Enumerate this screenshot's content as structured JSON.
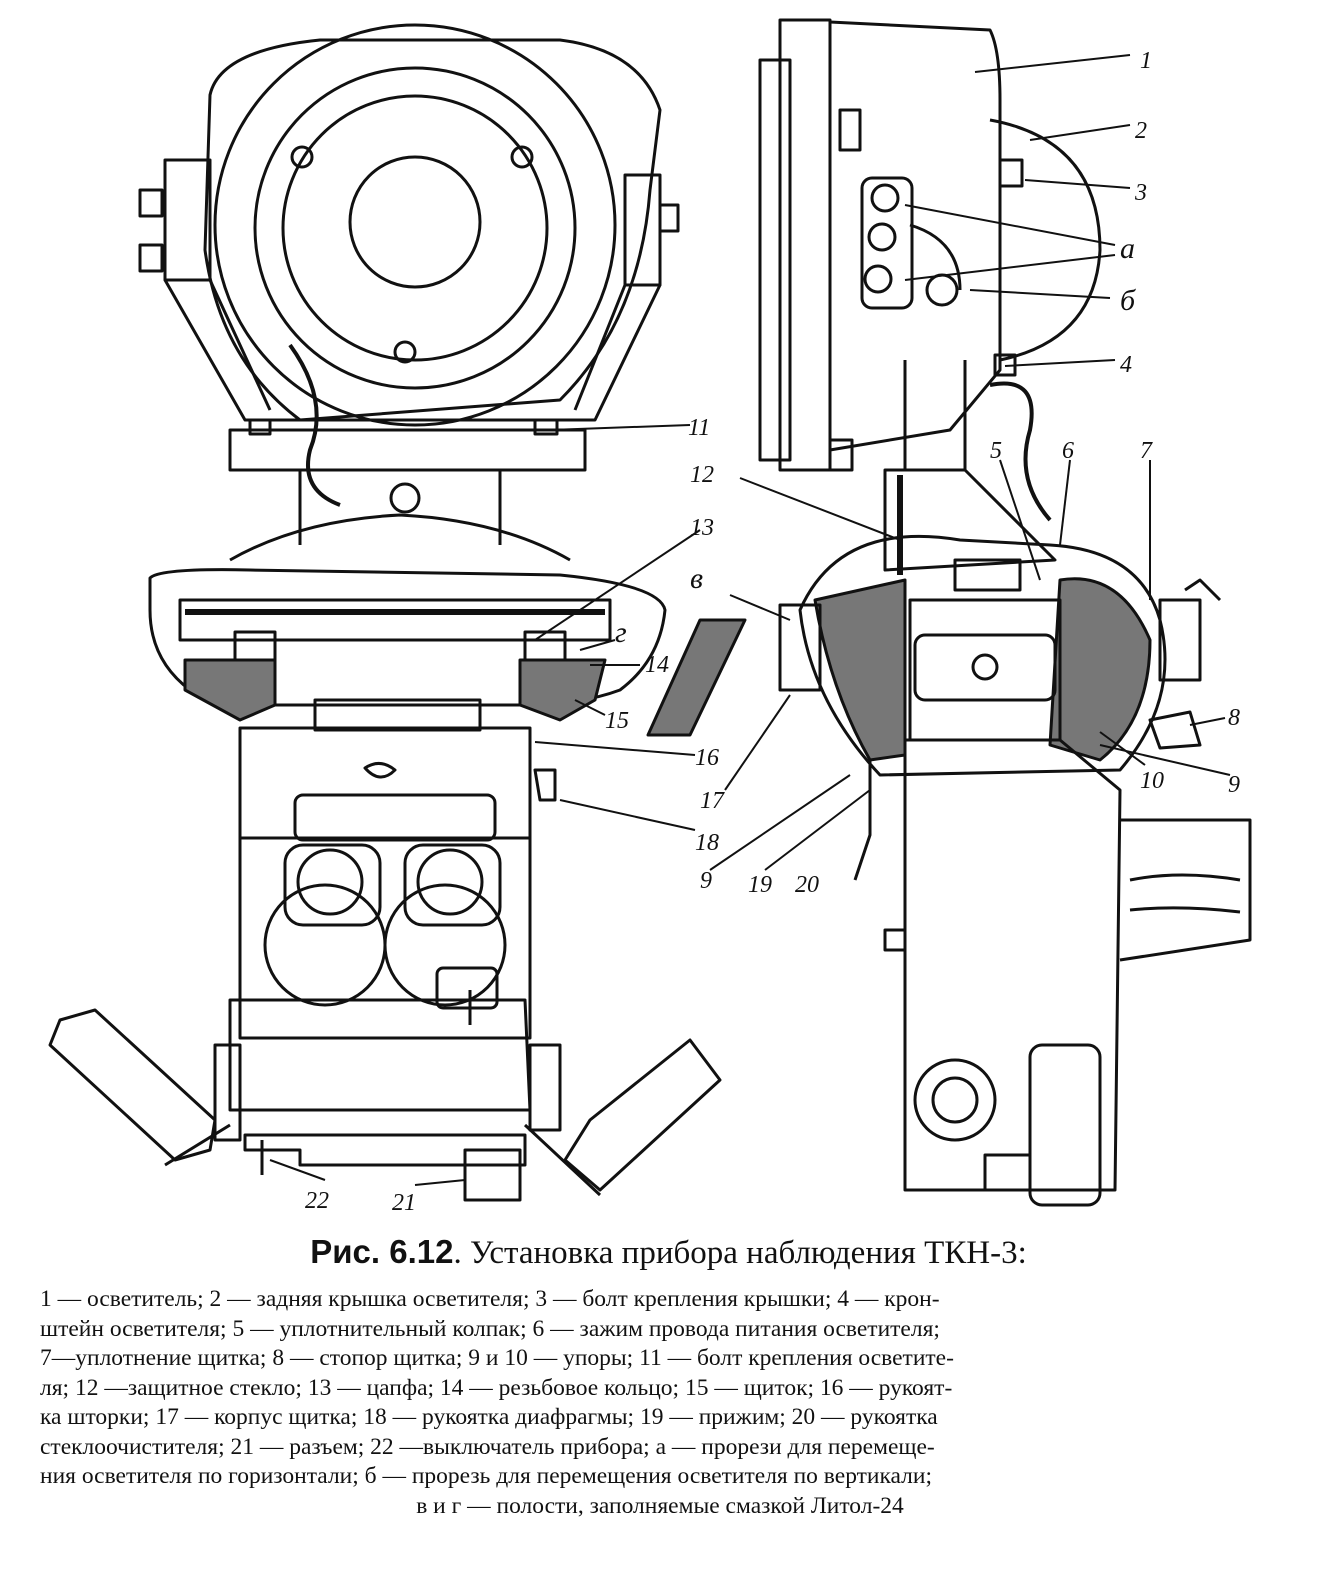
{
  "figure": {
    "callouts": {
      "c1": "1",
      "c2": "2",
      "c3": "3",
      "ca": "а",
      "cb": "б",
      "c4": "4",
      "c5": "5",
      "c6": "6",
      "c7": "7",
      "c8": "8",
      "c9r": "9",
      "c10": "10",
      "c11": "11",
      "c12": "12",
      "c13": "13",
      "cv": "в",
      "cg": "г",
      "c14": "14",
      "c15": "15",
      "c16": "16",
      "c17": "17",
      "c18": "18",
      "c9l": "9",
      "c19": "19",
      "c20": "20",
      "c21": "21",
      "c22": "22"
    }
  },
  "caption": {
    "number": "Рис. 6.12",
    "title": ". Установка прибора наблюдения ТКН-3:"
  },
  "legend": {
    "lines": [
      "1 — осветитель; 2 — задняя крышка осветителя; 3 — болт крепления крышки; 4 — крон-",
      "штейн осветителя; 5 — уплотнительный колпак; 6 — зажим провода питания осветителя;",
      "7—уплотнение щитка; 8 — стопор щитка; 9 и 10 — упоры; 11 — болт крепления осветите-",
      "ля; 12 —защитное стекло; 13 — цапфа; 14 — резьбовое кольцо; 15 — щиток; 16 — рукоят-",
      "ка шторки; 17 — корпус щитка; 18 — рукоятка диафрагмы; 19 — прижим; 20 — рукоятка",
      "стеклоочистителя; 21 — разъем; 22 —выключатель прибора; а — прорези для перемеще-",
      "ния осветителя по горизонтали; б — прорезь для перемещения осветителя по вертикали;",
      "в и г — полости, заполняемые смазкой Литол-24"
    ]
  }
}
